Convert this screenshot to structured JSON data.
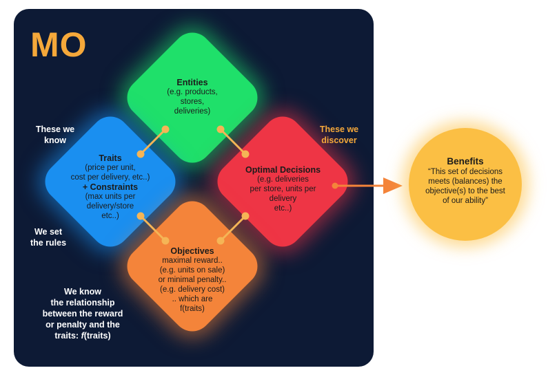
{
  "title": "MO",
  "boxes": {
    "entities": {
      "heading": "Entities",
      "lines": [
        "(e.g. products,",
        "stores,",
        "deliveries)"
      ]
    },
    "traits": {
      "heading": "Traits",
      "lines": [
        "(price per unit,",
        "cost per delivery, etc..)"
      ],
      "heading2": "+ Constraints",
      "lines2": [
        "(max units per",
        "delivery/store",
        "etc..)"
      ]
    },
    "optimal": {
      "heading": "Optimal Decisions",
      "lines": [
        "(e.g. deliveries",
        "per store, units per",
        "delivery",
        "etc..)"
      ]
    },
    "objectives": {
      "heading": "Objectives",
      "lines": [
        "maximal reward..",
        "(e.g. units on sale)",
        "or minimal penalty..",
        "(e.g. delivery cost)",
        ".. which are",
        "f(traits)"
      ]
    }
  },
  "annotations": {
    "know": [
      "These we",
      "know"
    ],
    "discover": [
      "These we",
      "discover"
    ],
    "rules": [
      "We set",
      "the rules"
    ],
    "relationship": [
      "We know",
      "the relationship",
      "between the reward",
      "or penalty and the"
    ],
    "relationship_last_prefix": "traits: ",
    "relationship_last_func": "f",
    "relationship_last_suffix": "(traits)"
  },
  "benefits": {
    "heading": "Benefits",
    "lines": [
      "“This set of decisions",
      "meets (balances) the",
      "objective(s) to the best",
      "of our ability”"
    ]
  },
  "colors": {
    "panel": "#0d1a35",
    "title": "#f5a83a",
    "entities": "#1fe06a",
    "traits": "#1a8ff0",
    "optimal": "#ee3545",
    "objectives": "#f4843a",
    "benefits": "#fbbf44",
    "connector": "#f5b556",
    "arrow": "#f4843a"
  }
}
